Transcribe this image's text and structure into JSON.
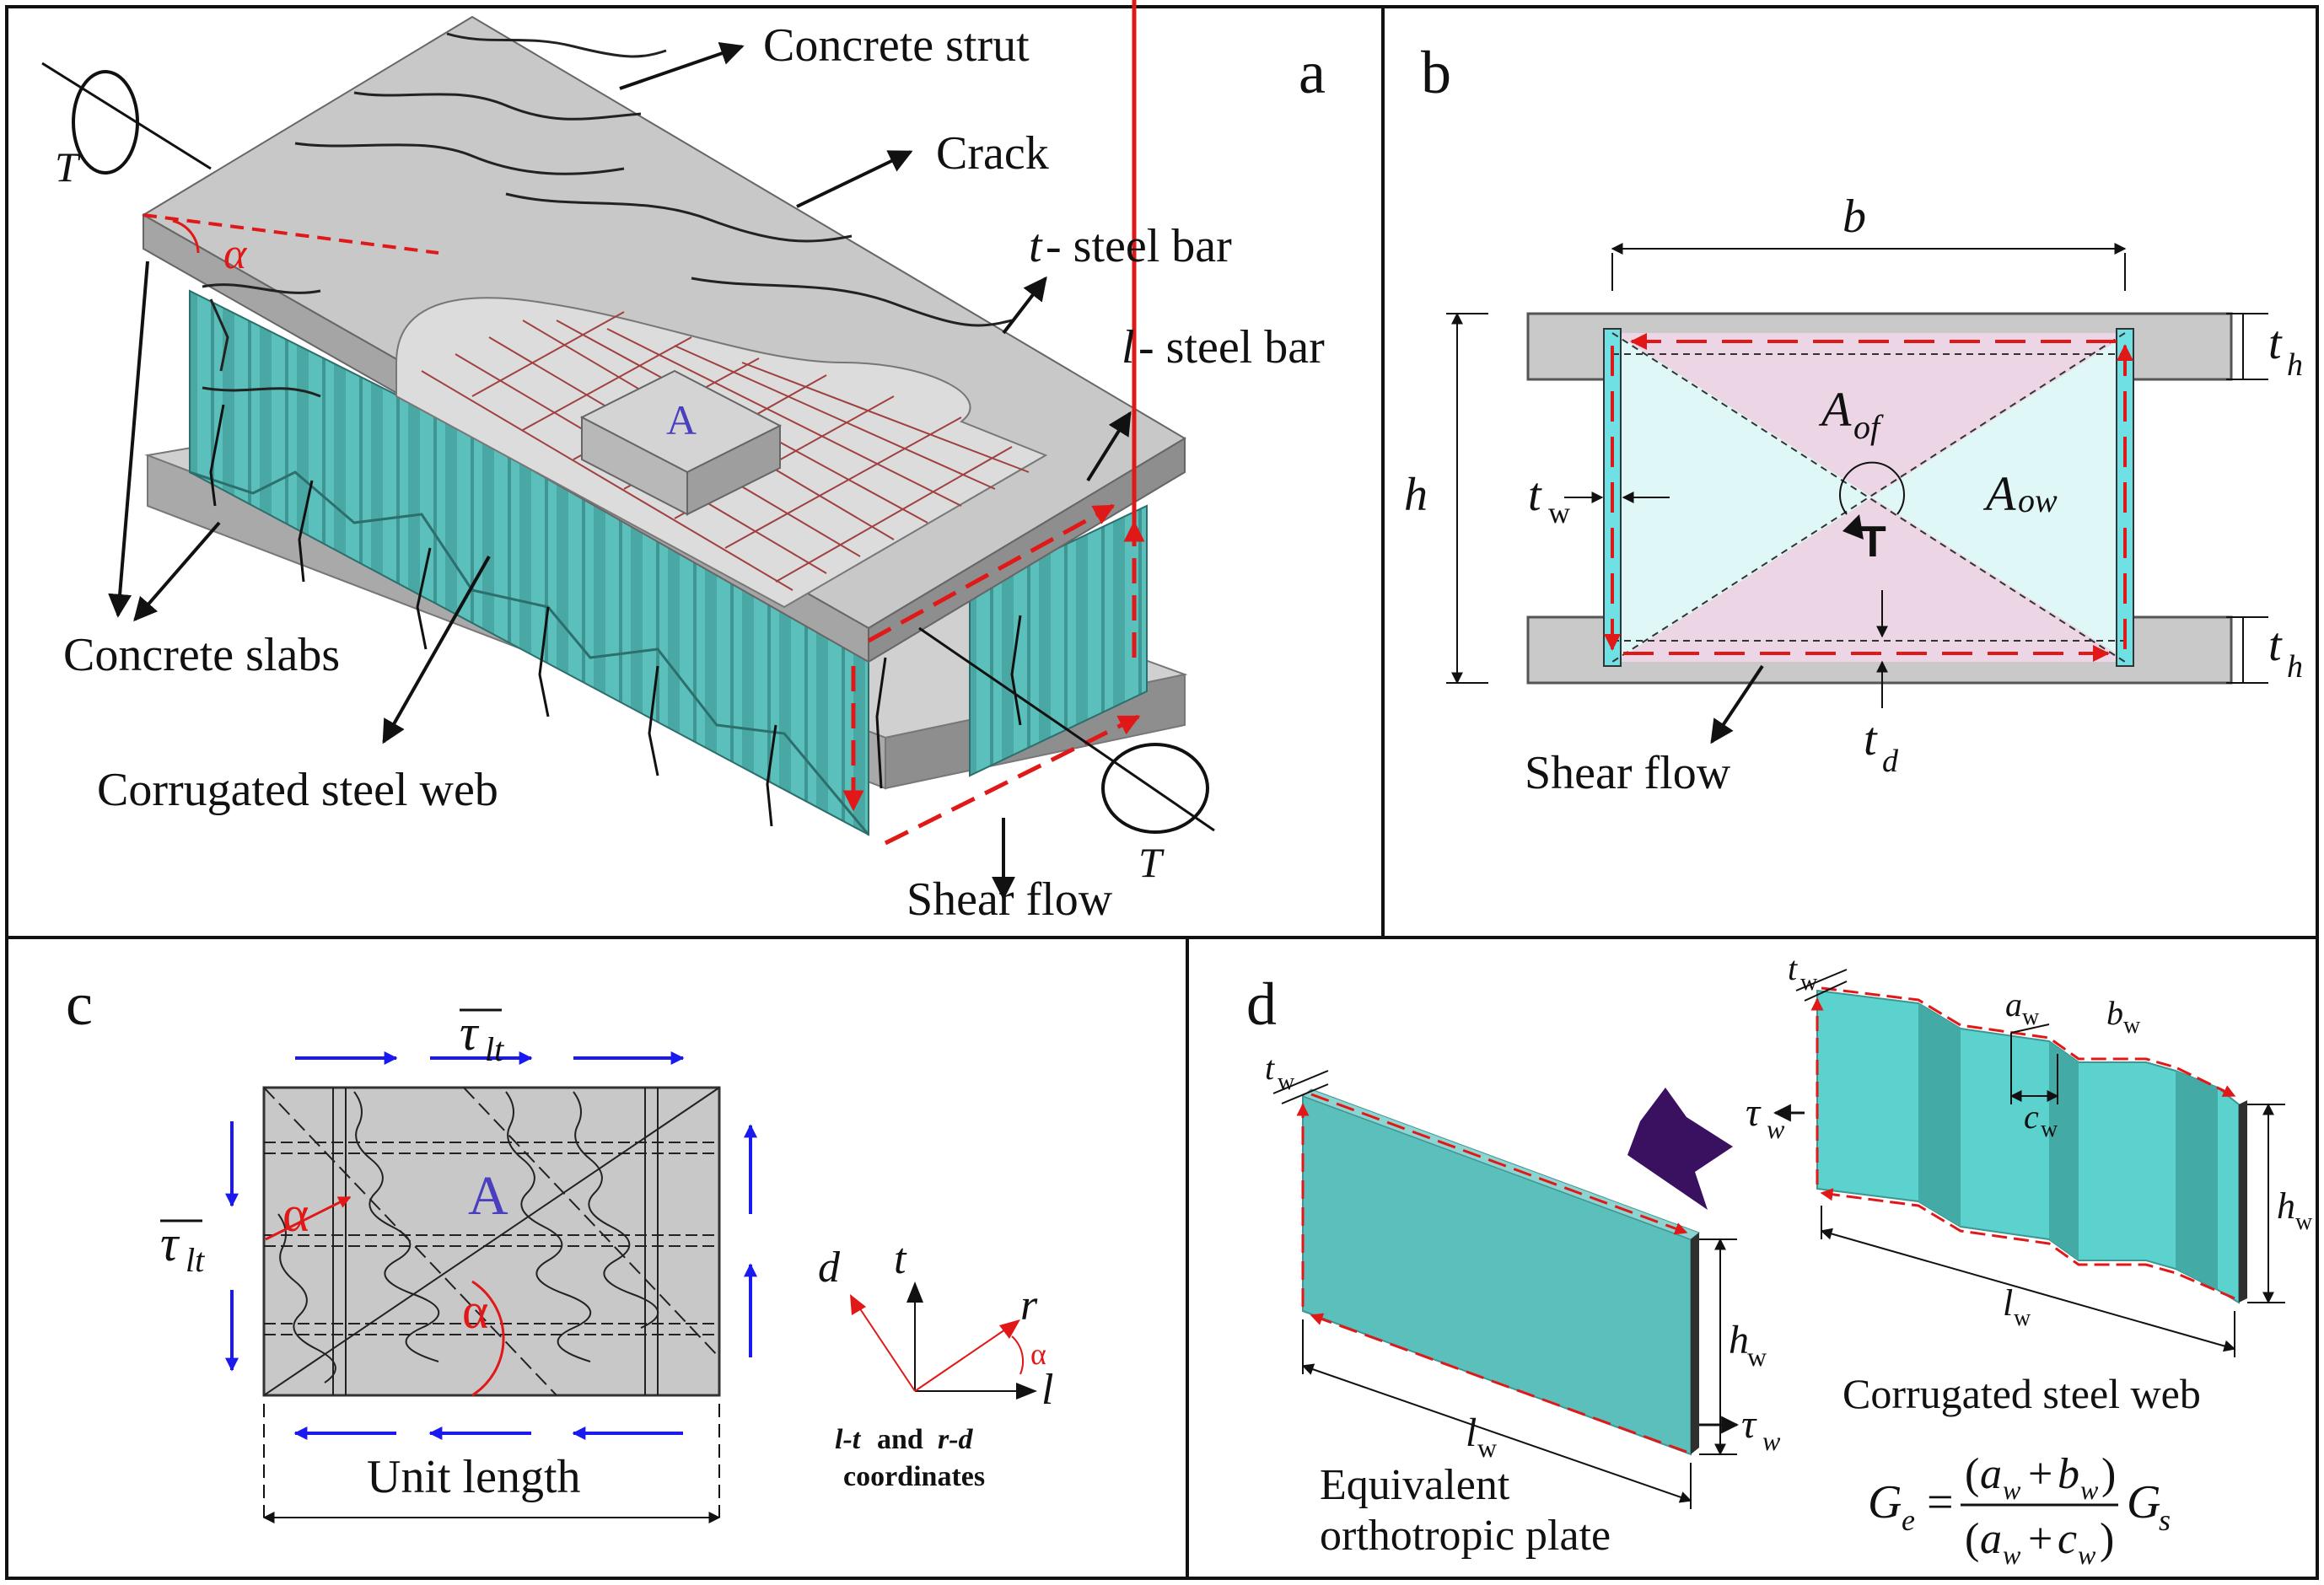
{
  "panels": {
    "a": {
      "letter": "a",
      "labels": {
        "strut": "Concrete strut",
        "crack": "Crack",
        "t_bar_sym": "t",
        "t_bar_text": "- steel bar",
        "l_bar_sym": "l",
        "l_bar_text": "- steel bar",
        "slabs": "Concrete slabs",
        "web": "Corrugated steel web",
        "shear_flow": "Shear flow",
        "block": "A",
        "alpha": "α",
        "torque_top": "T",
        "torque_bottom": "T"
      }
    },
    "b": {
      "letter": "b",
      "labels": {
        "b": "b",
        "h": "h",
        "th_top": "t",
        "th_sub": "h",
        "th_bot": "t",
        "th_bot_sub": "h",
        "tw": "t",
        "tw_sub": "w",
        "aof": "A",
        "aof_sub": "of",
        "aow": "A",
        "aow_sub": "ow",
        "torque": "T",
        "shear_flow": "Shear flow",
        "td": "t",
        "td_sub": "d"
      }
    },
    "c": {
      "letter": "c",
      "labels": {
        "tau_top": "τ",
        "tau_top_sub": "lt",
        "tau_left": "τ",
        "tau_left_sub": "lt",
        "block": "A",
        "alpha1": "α",
        "alpha2": "α",
        "unit_length": "Unit length",
        "axis_d": "d",
        "axis_t": "t",
        "axis_r": "r",
        "axis_l": "l",
        "axis_alpha": "α",
        "coord_line1_a": "l-t",
        "coord_line1_b": " and ",
        "coord_line1_c": "r-d",
        "coord_line2": "coordinates"
      }
    },
    "d": {
      "letter": "d",
      "labels": {
        "tw_left": "t",
        "tw_left_sub": "w",
        "hw_left": "h",
        "hw_left_sub": "w",
        "lw_left": "l",
        "lw_left_sub": "w",
        "tau_left": "τ",
        "tau_left_sub": "w",
        "eq_line1": "Equivalent",
        "eq_line2": "orthotropic plate",
        "tw_right": "t",
        "tw_right_sub": "w",
        "aw": "a",
        "aw_sub": "w",
        "bw": "b",
        "bw_sub": "w",
        "cw": "c",
        "cw_sub": "w",
        "tau_right": "τ",
        "tau_right_sub": "w",
        "hw_right": "h",
        "hw_right_sub": "w",
        "lw_right": "l",
        "lw_right_sub": "w",
        "web_caption": "Corrugated steel web",
        "formula": {
          "lhs": "G",
          "lhs_sub": "e",
          "eq": "=",
          "num": "(a + b )",
          "num_a": "a",
          "num_a_sub": "w",
          "num_b": "b",
          "num_b_sub": "w",
          "den_a": "a",
          "den_a_sub": "w",
          "den_c": "c",
          "den_c_sub": "w",
          "rhs": "G",
          "rhs_sub": "s"
        }
      }
    }
  },
  "colors": {
    "concrete": "#c8c8c8",
    "concrete_dark": "#9a9a9a",
    "web_teal": "#5bbfbb",
    "web_teal_dark": "#3e9591",
    "shear_red": "#e01818",
    "blue_arrow": "#1a1aee",
    "purple_arrow": "#3a1060",
    "rebar": "#a04040",
    "pink_fill": "#ecd6e6",
    "cyan_fill": "#dff7f6"
  }
}
